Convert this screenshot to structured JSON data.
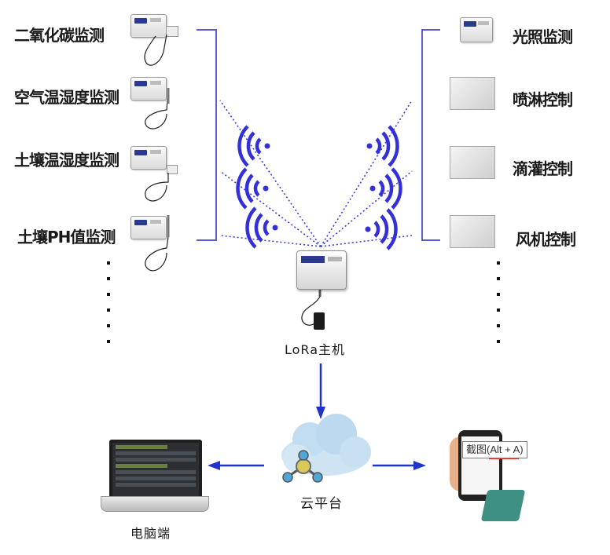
{
  "sensors": [
    {
      "label": "二氧化碳监测"
    },
    {
      "label": "空气温湿度监测"
    },
    {
      "label": "土壤温湿度监测"
    },
    {
      "label": "土壤PH值监测"
    }
  ],
  "controls": [
    {
      "label": "光照监测"
    },
    {
      "label": "喷淋控制"
    },
    {
      "label": "滴灌控制"
    },
    {
      "label": "风机控制"
    }
  ],
  "host": {
    "label": "LoRa主机"
  },
  "cloud": {
    "label": "云平台"
  },
  "pc": {
    "label": "电脑端"
  },
  "tooltip": {
    "label": "截图(Alt + A)"
  },
  "colors": {
    "bracket": "#5a5fd0",
    "link": "#3b3fd6",
    "signal": "#3430d8",
    "arrow": "#1f34c8",
    "cloud": "#bfdcf0"
  }
}
